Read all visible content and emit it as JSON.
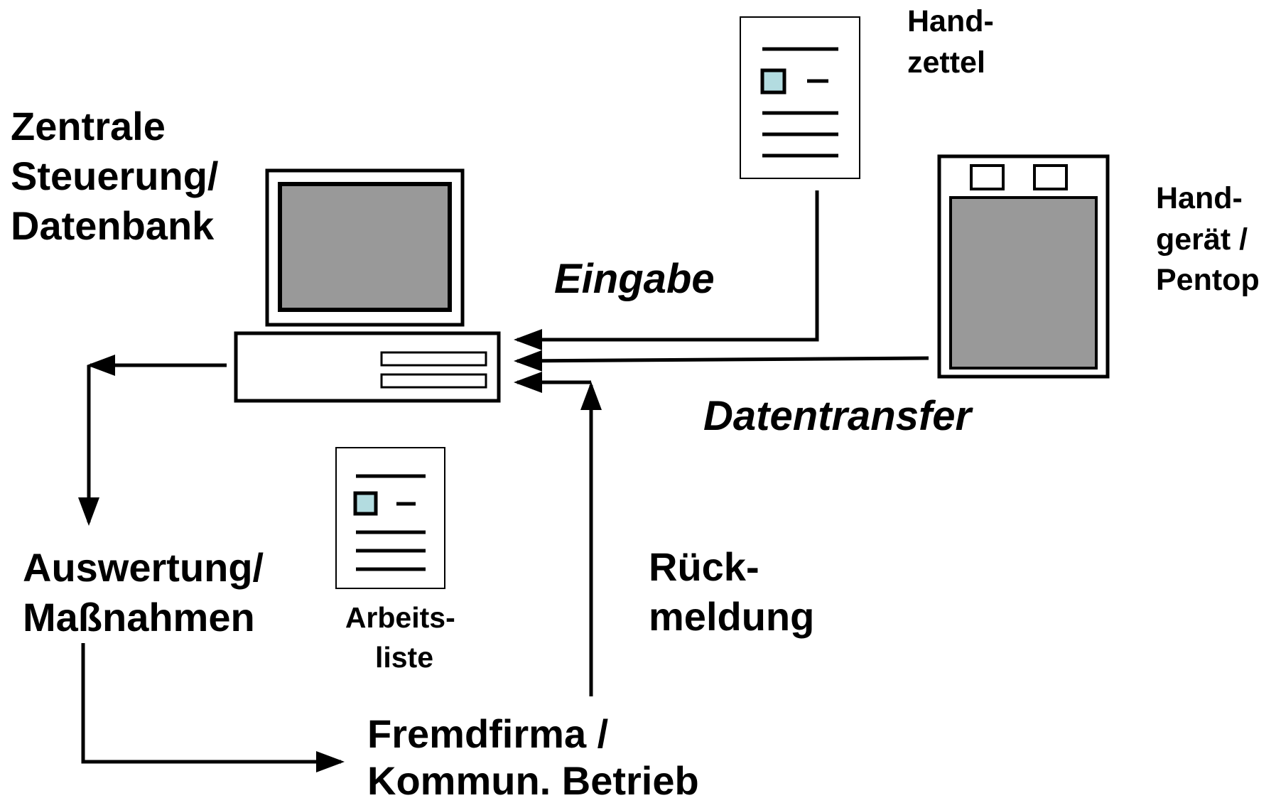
{
  "diagram": {
    "nodes": {
      "central": {
        "lines": [
          "Zentrale",
          "Steuerung/",
          "Datenbank"
        ],
        "icon": "computer-icon"
      },
      "handzettel": {
        "lines": [
          "Hand-",
          "zettel"
        ],
        "icon": "document-icon"
      },
      "handgeraet": {
        "lines": [
          "Hand-",
          "gerät /",
          "Pentop"
        ],
        "icon": "handheld-device-icon"
      },
      "auswertung": {
        "lines": [
          "Auswertung/",
          "Maßnahmen"
        ]
      },
      "arbeitsliste": {
        "lines": [
          "Arbeits-",
          "liste"
        ],
        "icon": "document-icon"
      },
      "fremdfirma": {
        "lines": [
          "Fremdfirma /",
          "Kommun. Betrieb"
        ]
      }
    },
    "edge_labels": {
      "eingabe": "Eingabe",
      "datentransfer": "Datentransfer",
      "rueckmeldung": [
        "Rück-",
        "meldung"
      ]
    },
    "colors": {
      "screen_fill": "#999999",
      "checkbox_fill": "#b3dce0",
      "line": "#000000"
    }
  }
}
